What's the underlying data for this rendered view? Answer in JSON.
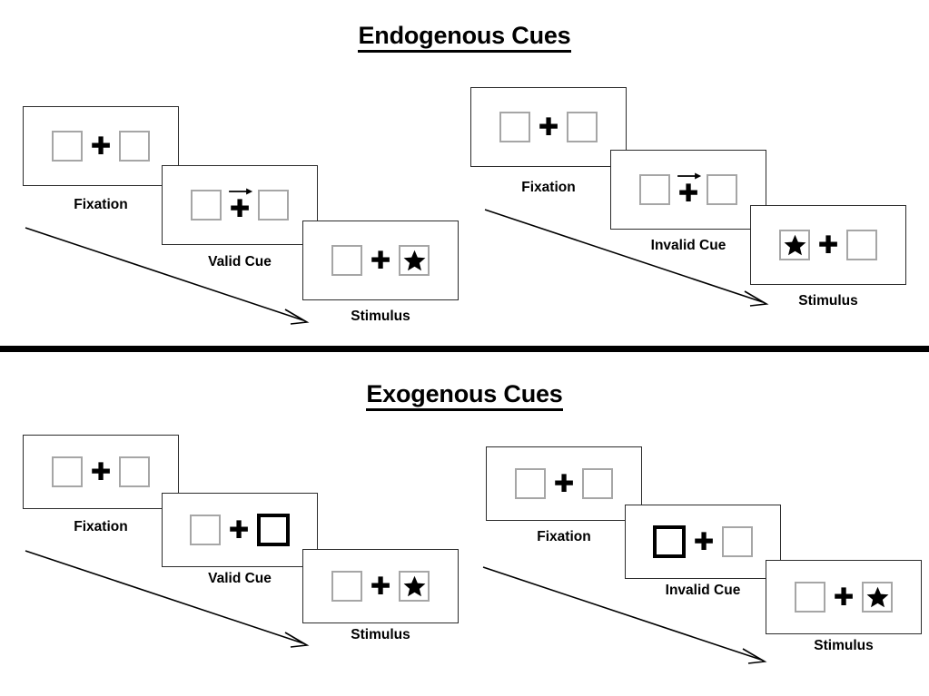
{
  "figure": {
    "title_top": "Endogenous Cues",
    "title_bottom": "Exogenous Cues"
  },
  "colors": {
    "frame_border": "#2b2b2b",
    "placeholder_border": "#a6a6a6",
    "cue_border": "#000000",
    "stimulus_fill": "#000000",
    "divider": "#000000",
    "background": "#ffffff"
  },
  "sections": [
    {
      "id": "endogenous",
      "title": "Endogenous Cues",
      "cue_type": "arrow",
      "sequences": [
        {
          "id": "endogenous-valid",
          "cue_validity": "valid",
          "frames": [
            {
              "label": "Fixation",
              "cue": "none",
              "stimulus_side": "none"
            },
            {
              "label": "Valid Cue",
              "cue": "arrow-right",
              "stimulus_side": "none"
            },
            {
              "label": "Stimulus",
              "cue": "none",
              "stimulus_side": "right"
            }
          ]
        },
        {
          "id": "endogenous-invalid",
          "cue_validity": "invalid",
          "frames": [
            {
              "label": "Fixation",
              "cue": "none",
              "stimulus_side": "none"
            },
            {
              "label": "Invalid Cue",
              "cue": "arrow-right",
              "stimulus_side": "none"
            },
            {
              "label": "Stimulus",
              "cue": "none",
              "stimulus_side": "left"
            }
          ]
        }
      ]
    },
    {
      "id": "exogenous",
      "title": "Exogenous Cues",
      "cue_type": "box-flash",
      "sequences": [
        {
          "id": "exogenous-valid",
          "cue_validity": "valid",
          "frames": [
            {
              "label": "Fixation",
              "cue": "none",
              "stimulus_side": "none"
            },
            {
              "label": "Valid Cue",
              "cue": "box-right",
              "stimulus_side": "none"
            },
            {
              "label": "Stimulus",
              "cue": "none",
              "stimulus_side": "right"
            }
          ]
        },
        {
          "id": "exogenous-invalid",
          "cue_validity": "invalid",
          "frames": [
            {
              "label": "Fixation",
              "cue": "none",
              "stimulus_side": "none"
            },
            {
              "label": "Invalid Cue",
              "cue": "box-left",
              "stimulus_side": "none"
            },
            {
              "label": "Stimulus",
              "cue": "none",
              "stimulus_side": "right"
            }
          ]
        }
      ]
    }
  ],
  "labels": {
    "fixation": "Fixation",
    "valid_cue": "Valid Cue",
    "invalid_cue": "Invalid Cue",
    "stimulus": "Stimulus"
  }
}
